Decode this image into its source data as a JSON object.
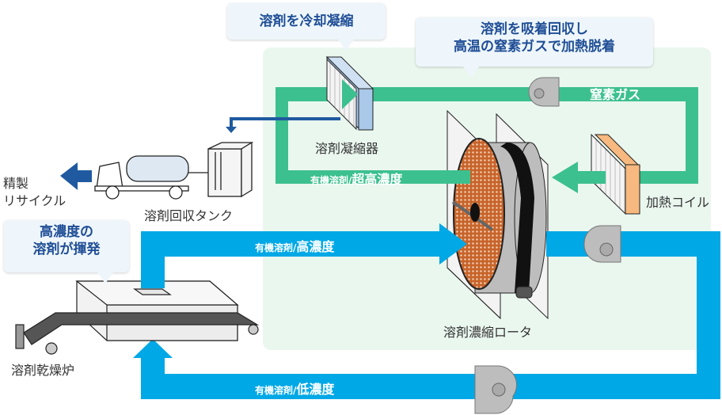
{
  "callouts": {
    "condense": "溶剤を冷却凝縮",
    "adsorb_line1": "溶剤を吸着回収し",
    "adsorb_line2": "高温の窒素ガスで加熱脱着",
    "evaporate_line1": "高濃度の",
    "evaporate_line2": "溶剤が揮発"
  },
  "components": {
    "condenser": "溶剤凝縮器",
    "recovery_tank": "溶剤回収タンク",
    "heating_coil": "加熱コイル",
    "rotor": "溶剤濃縮ロータ",
    "dryer": "溶剤乾燥炉",
    "recycle_line1": "精製",
    "recycle_line2": "リサイクル"
  },
  "flows": {
    "nitrogen": "窒素ガス",
    "ultra_high_prefix": "有機溶剤/",
    "ultra_high_suffix": "超高濃度",
    "high_prefix": "有機溶剤/",
    "high_suffix": "高濃度",
    "low_prefix": "有機溶剤/",
    "low_suffix": "低濃度"
  },
  "colors": {
    "green_loop": "#3cc08f",
    "blue_loop": "#00a8e6",
    "dark_blue": "#1f5aa0",
    "panel_bg": "#eaf7ef",
    "callout_text": "#1f4e96",
    "rotor_media": "#c8642a",
    "heater_face": "#f7b97f",
    "condenser_face": "#a9c8ea"
  }
}
